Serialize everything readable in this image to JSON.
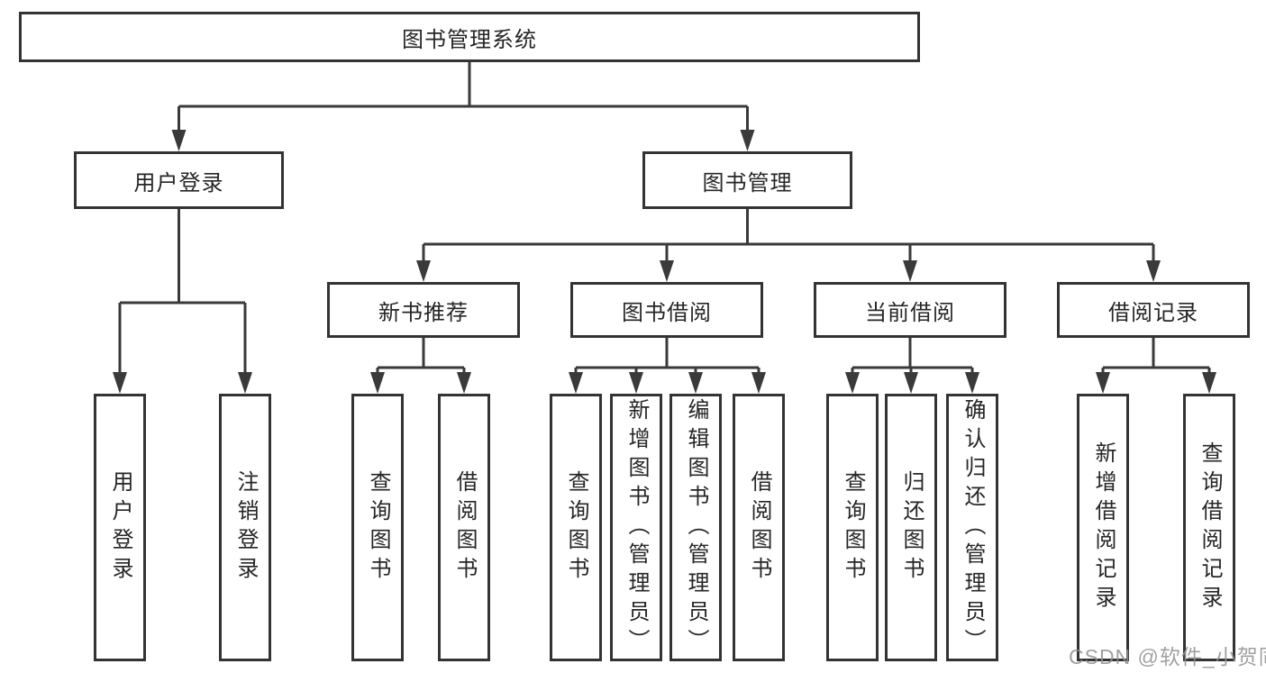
{
  "diagram": {
    "type": "hierarchy-tree",
    "title": "图书管理系统",
    "watermark": "CSDN @软件_小贺同学",
    "colors": {
      "background": "#ffffff",
      "box_border": "#333333",
      "connector_line": "#3a3a3a",
      "text": "#262626",
      "watermark_text": "#919191"
    },
    "tree": {
      "label": "图书管理系统",
      "children": [
        {
          "label": "用户登录",
          "children": [
            {
              "label": "用户登录"
            },
            {
              "label": "注销登录"
            }
          ]
        },
        {
          "label": "图书管理",
          "children": [
            {
              "label": "新书推荐",
              "children": [
                {
                  "label": "查询图书"
                },
                {
                  "label": "借阅图书"
                }
              ]
            },
            {
              "label": "图书借阅",
              "children": [
                {
                  "label": "查询图书"
                },
                {
                  "label": "新增图书（管理员）"
                },
                {
                  "label": "编辑图书（管理员）"
                },
                {
                  "label": "借阅图书"
                }
              ]
            },
            {
              "label": "当前借阅",
              "children": [
                {
                  "label": "查询图书"
                },
                {
                  "label": "归还图书"
                },
                {
                  "label": "确认归还（管理员）"
                }
              ]
            },
            {
              "label": "借阅记录",
              "children": [
                {
                  "label": "新增借阅记录"
                },
                {
                  "label": "查询借阅记录"
                }
              ]
            }
          ]
        }
      ]
    }
  }
}
